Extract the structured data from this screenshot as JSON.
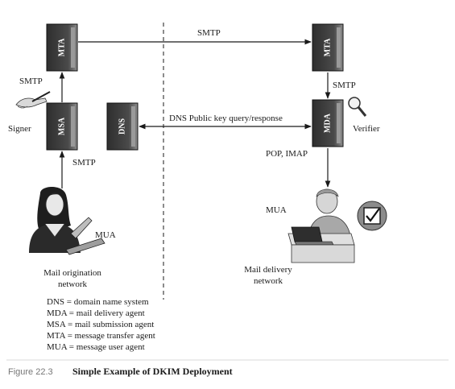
{
  "servers": {
    "mta_origin": "MTA",
    "msa": "MSA",
    "dns": "DNS",
    "mta_dest": "MTA",
    "mda": "MDA"
  },
  "edges": {
    "smtp_top": "SMTP",
    "smtp_msa_mta": "SMTP",
    "smtp_user_msa": "SMTP",
    "smtp_mta_mda": "SMTP",
    "dns_query": "DNS Public key query/response",
    "pop_imap": "POP, IMAP"
  },
  "labels": {
    "signer": "Signer",
    "verifier": "Verifier",
    "mua_left": "MUA",
    "mua_right": "MUA",
    "origin_network_1": "Mail origination",
    "origin_network_2": "network",
    "delivery_network_1": "Mail delivery",
    "delivery_network_2": "network"
  },
  "legend": [
    "DNS  = domain name system",
    "MDA = mail delivery agent",
    "MSA = mail submission agent",
    "MTA = message transfer agent",
    "MUA = message user agent"
  ],
  "caption": {
    "figure": "Figure 22.3",
    "title": "Simple Example of DKIM Deployment"
  },
  "colors": {
    "server_dark": "#3a3a3a",
    "server_light": "#8c8c8c",
    "line": "#1a1a1a",
    "caption_gray": "#777777"
  }
}
